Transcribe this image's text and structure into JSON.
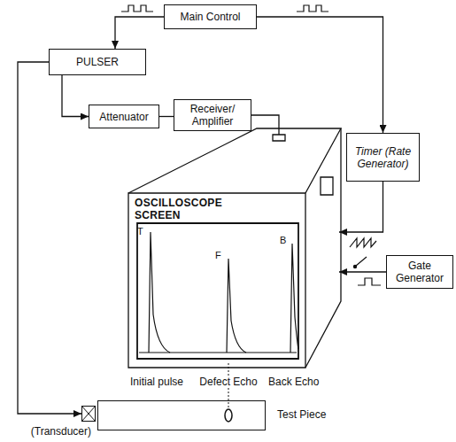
{
  "diagram": {
    "nodes": [
      {
        "text": [
          "Main Control"
        ]
      },
      {
        "text": [
          "PULSER"
        ]
      },
      {
        "text": [
          "Attenuator"
        ]
      },
      {
        "text": [
          "Receiver/ Amplifier"
        ]
      },
      {
        "text": [
          "Timer (Rate Generator)"
        ]
      },
      {
        "text": [
          "OSCILLOSCOPE SCREEN"
        ]
      },
      {
        "text": [
          "Gate Generator"
        ]
      },
      {
        "text": [
          "(Transducer)"
        ]
      },
      {
        "text": [
          "Test Piece"
        ]
      }
    ],
    "edges": [
      {
        "from": 0,
        "to": 1,
        "arrow": "to"
      },
      {
        "from": 0,
        "to": 4,
        "arrow": "to"
      },
      {
        "from": 1,
        "to": 7,
        "arrow": "to"
      },
      {
        "from": 1,
        "to": 2,
        "arrow": "to"
      },
      {
        "from": 2,
        "to": 3,
        "arrow": "none"
      },
      {
        "from": 3,
        "to": 5,
        "arrow": "none"
      },
      {
        "from": 4,
        "to": 5,
        "arrow": "to"
      },
      {
        "from": 6,
        "to": 5,
        "arrow": "to"
      }
    ],
    "labels": [
      "T",
      "F",
      "B",
      "Initial pulse",
      "Defect Echo",
      "Back Echo"
    ]
  }
}
